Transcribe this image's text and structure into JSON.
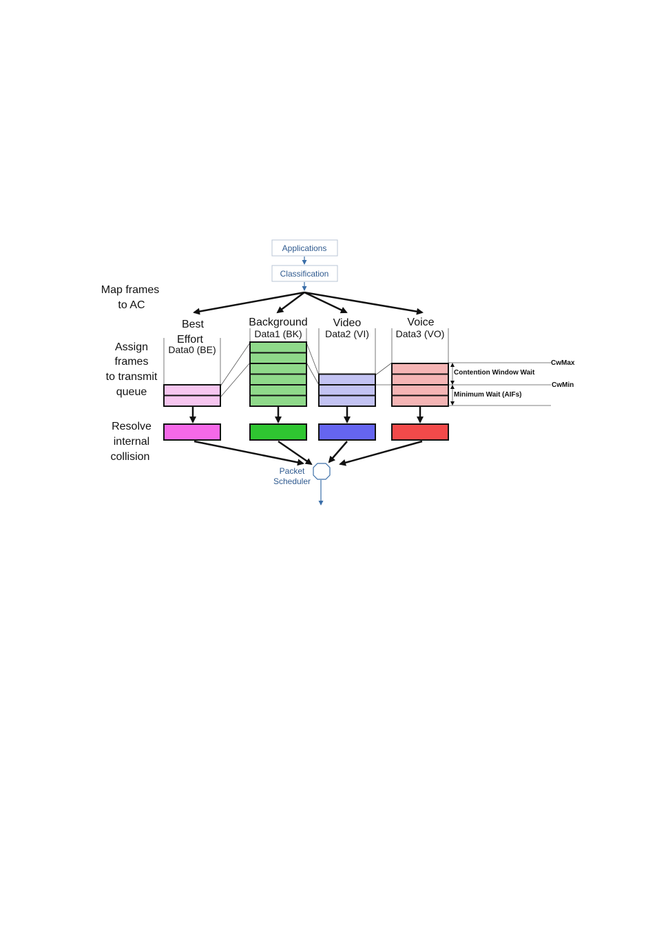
{
  "flow": {
    "applications": "Applications",
    "classification": "Classification",
    "packet_scheduler_line1": "Packet",
    "packet_scheduler_line2": "Scheduler"
  },
  "stages": {
    "map_line1": "Map frames",
    "map_line2": "to AC",
    "assign_line1": "Assign",
    "assign_line2": "frames",
    "assign_line3": "to transmit",
    "assign_line4": "queue",
    "resolve_line1": "Resolve",
    "resolve_line2": "internal",
    "resolve_line3": "collision"
  },
  "queues": [
    {
      "name_line1": "Best",
      "name_line2": "Effort",
      "code": "Data0 (BE)",
      "slot_color": "#f7c6f0",
      "block_color": "#f569e8",
      "slots": 2
    },
    {
      "name_line1": "Background",
      "name_line2": "",
      "code": "Data1 (BK)",
      "slot_color": "#8fd98a",
      "block_color": "#2fc531",
      "slots": 6
    },
    {
      "name_line1": "Video",
      "name_line2": "",
      "code": "Data2 (VI)",
      "slot_color": "#c3c3f3",
      "block_color": "#6565f0",
      "slots": 3
    },
    {
      "name_line1": "Voice",
      "name_line2": "",
      "code": "Data3 (VO)",
      "slot_color": "#f5b5b5",
      "block_color": "#f24a4a",
      "slots": 4
    }
  ],
  "annotations": {
    "cwmax": "CwMax",
    "cwmin": "CwMin",
    "contention": "Contention Window Wait",
    "minimum": "Minimum Wait (AIFs)"
  }
}
